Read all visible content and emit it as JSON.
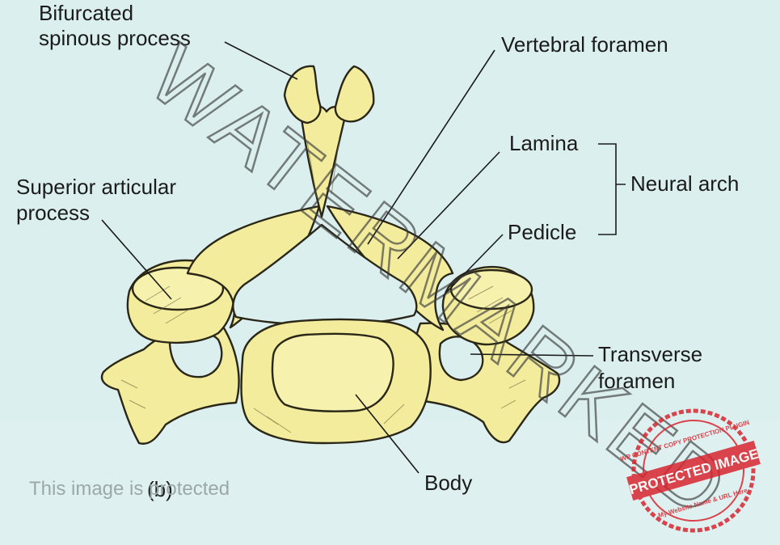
{
  "labels": {
    "bifurcated_1": "Bifurcated",
    "bifurcated_2": "spinous process",
    "vertebral_foramen": "Vertebral foramen",
    "lamina": "Lamina",
    "neural_arch": "Neural arch",
    "pedicle": "Pedicle",
    "superior_1": "Superior articular",
    "superior_2": "process",
    "transverse_1": "Transverse",
    "transverse_2": "foramen",
    "body": "Body",
    "figure_letter": "(b)"
  },
  "watermark": {
    "text": "WATERMARKED",
    "protected_notice": "This image is protected",
    "stamp_main": "PROTECTED IMAGE",
    "stamp_top": "WP CONTENT COPY PROTECTION PLUGIN",
    "stamp_bottom": "My Website Name & URL Here"
  },
  "colors": {
    "background": "#dcefef",
    "bone": "#f2ec9c",
    "outline": "#2a2718",
    "stamp": "#d9262f"
  }
}
